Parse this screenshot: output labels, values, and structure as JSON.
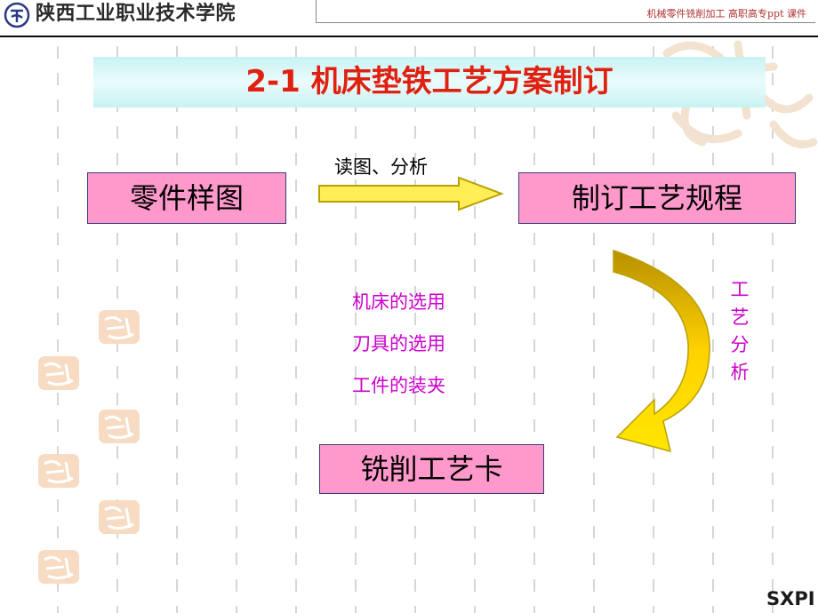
{
  "header": {
    "school_name": "陕西工业职业技术学院",
    "course_label": "机械零件铣削加工 高职高专ppt 课件"
  },
  "slide": {
    "title": "2-1 机床垫铁工艺方案制订",
    "box_part_drawing": "零件样图",
    "arrow_label": "读图、分析",
    "box_process_plan": "制订工艺规程",
    "items": [
      "机床的选用",
      "刀具的选用",
      "工件的装夹"
    ],
    "process_analysis": [
      "工",
      "艺",
      "分",
      "析"
    ],
    "box_milling_card": "铣削工艺卡"
  },
  "footer": {
    "brand": "SXPI"
  },
  "colors": {
    "title": "#e02010",
    "box_fill": "#ff99cc",
    "item_text": "#cc00cc",
    "arrow_fill": "#ffee55",
    "arrow_stroke": "#b8a000",
    "title_band": "#c8f2f2"
  },
  "icons": [
    "school-logo-icon",
    "seal-decoration-icon"
  ]
}
